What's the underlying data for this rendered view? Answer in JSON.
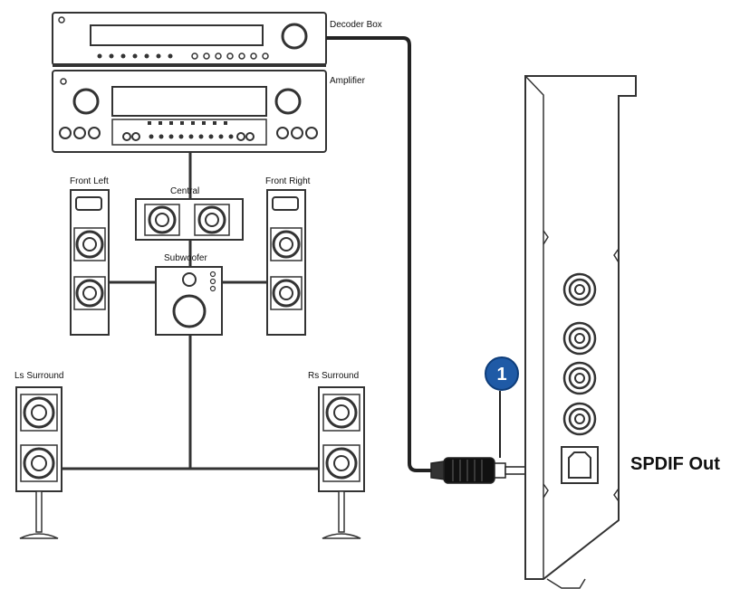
{
  "labels": {
    "decoder_box": "Decoder Box",
    "amplifier": "Amplifier",
    "front_left": "Front Left",
    "front_right": "Front Right",
    "central": "Central",
    "subwoofer": "Subwoofer",
    "ls_surround": "Ls Surround",
    "rs_surround": "Rs Surround",
    "spdif_out": "SPDIF Out"
  },
  "callout": {
    "number": "1",
    "color": "#1f5aa6"
  },
  "colors": {
    "line": "#333333",
    "cable": "#222222",
    "panel_bg": "#ffffff"
  }
}
